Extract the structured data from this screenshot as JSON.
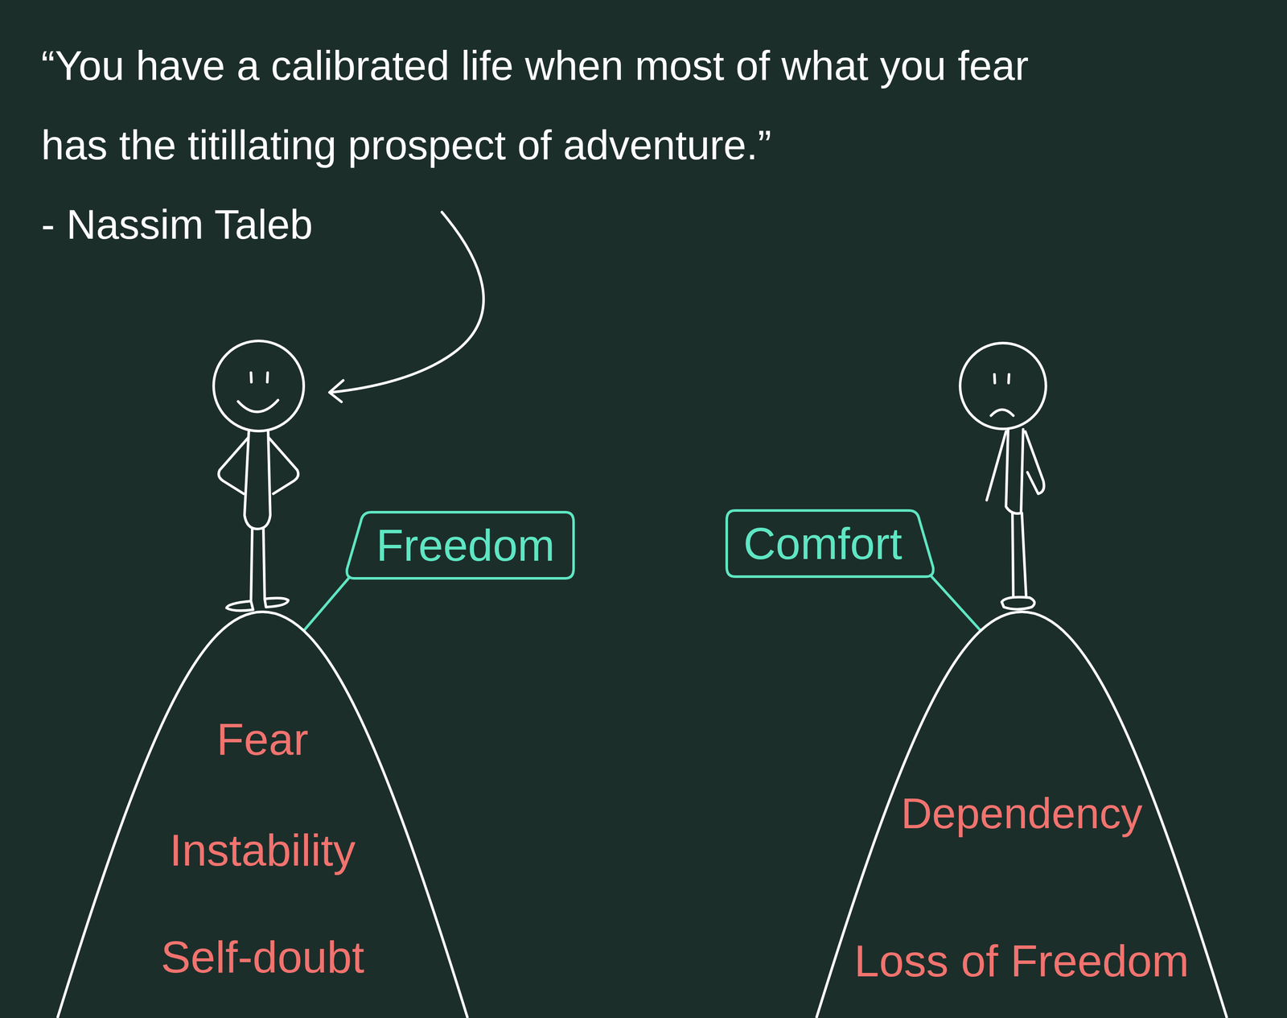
{
  "diagram": {
    "title": "“You have a calibrated life when most of what you fear has the titillating prospect of adventure.”",
    "nodes": [
      {
        "text": [
          "Freedom"
        ]
      },
      {
        "text": [
          "Comfort"
        ]
      },
      {
        "text": [
          "Fear",
          "Instability",
          "Self-doubt"
        ]
      },
      {
        "text": [
          "Dependency",
          "Loss of Freedom"
        ]
      }
    ],
    "edges": [
      {
        "from": 0,
        "to": 2,
        "arrow": "none"
      },
      {
        "from": 1,
        "to": 3,
        "arrow": "none"
      }
    ],
    "labels": [
      "- Nassim Taleb"
    ]
  }
}
